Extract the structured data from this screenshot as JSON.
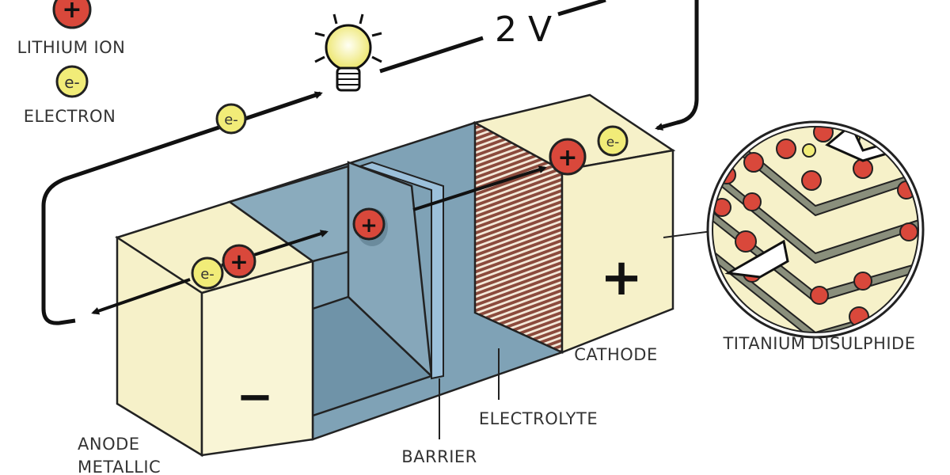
{
  "legend": {
    "lithium_ion_label": "LITHIUM ION",
    "electron_label": "ELECTRON",
    "ion_symbol": "+",
    "electron_symbol": "e-"
  },
  "voltage": "2 V",
  "labels": {
    "anode_line1": "ANODE",
    "anode_line2": "METALLIC",
    "barrier": "BARRIER",
    "electrolyte": "ELECTROLYTE",
    "cathode": "CATHODE",
    "titanium": "TITANIUM DISULPHIDE",
    "anode_sign": "−",
    "cathode_sign": "+"
  },
  "colors": {
    "ion": "#d9483b",
    "electron": "#f1ec78",
    "electrolyte": "#7fa2b6",
    "cream": "#f6f1c9",
    "cathode_stripe": "#8b4a3c"
  }
}
